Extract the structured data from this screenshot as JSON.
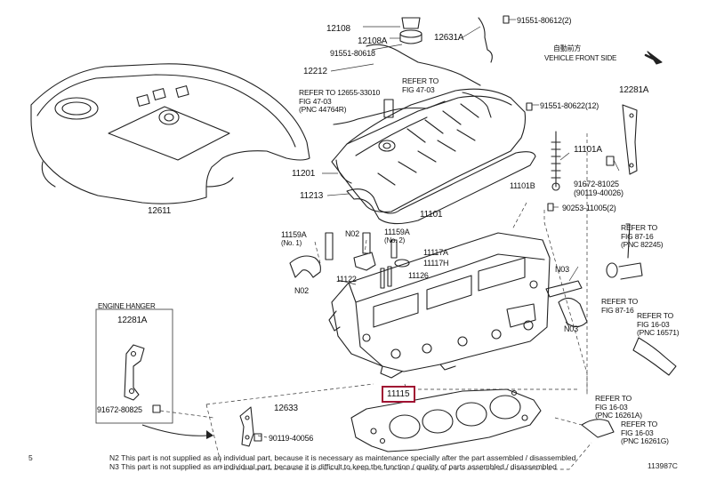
{
  "labels": {
    "p12108": "12108",
    "p12108A": "12108A",
    "p91551_80618": "91551-80618",
    "p12631A": "12631A",
    "p91551_80612": "91551-80612(2)",
    "p12212": "12212",
    "ref_12655": [
      "REFER TO 12655-33010",
      "FIG 47-03",
      "(PNC 44764R)"
    ],
    "ref_fig47": [
      "REFER TO",
      "FIG 47-03"
    ],
    "p91551_80622": "91551-80622(12)",
    "p12281A_top": "12281A",
    "front_jp": "自動前方",
    "front_en": "VEHICLE FRONT SIDE",
    "p11101A": "11101A",
    "p91672": "91672-81025",
    "p90119": "(90119-40026)",
    "p11101B": "11101B",
    "p11201": "11201",
    "p12611": "12611",
    "p11213": "11213",
    "p11101": "11101",
    "p90253": "90253-11005(2)",
    "p11159A_1": [
      "11159A",
      "(No. 1)"
    ],
    "pN02_a": "N02",
    "p11159A_2": [
      "11159A",
      "(No. 2)"
    ],
    "ref_fig87_top": [
      "REFER TO",
      "FIG 87-16",
      "(PNC 82245)"
    ],
    "p11117A": "11117A",
    "p11117H": "11117H",
    "p11122": "11122",
    "p11126": "11126",
    "pN02_b": "N02",
    "pN03_a": "N03",
    "ref_fig87_mid": [
      "REFER TO",
      "FIG 87-16"
    ],
    "engine_hanger": "ENGINE HANGER",
    "p12281A_bot": "12281A",
    "pN03_b": "N03",
    "ref_fig16_right": [
      "REFER TO",
      "FIG 16-03",
      "(PNC 16571)"
    ],
    "p91672_80825": "91672-80825",
    "p11115": "11115",
    "p12633": "12633",
    "ref_16261A": [
      "REFER TO",
      "FIG 16-03",
      "(PNC 16261A)"
    ],
    "ref_16261G": [
      "REFER TO",
      "FIG 16-03",
      "(PNC 16261G)"
    ],
    "p90119_40056": "90119-40056"
  },
  "notes": {
    "n2": "N2  This part is not supplied as an individual part, because it is necessary as maintenance specially after the part assembled / disassembled",
    "n3": "N3  This part is not supplied as an individual part, because it is difficult to keep the function / quality of parts assembled / disassembled",
    "page_mark": "5",
    "figure_code": "113987C"
  },
  "colors": {
    "highlight": "#a01232",
    "line": "#222222"
  }
}
